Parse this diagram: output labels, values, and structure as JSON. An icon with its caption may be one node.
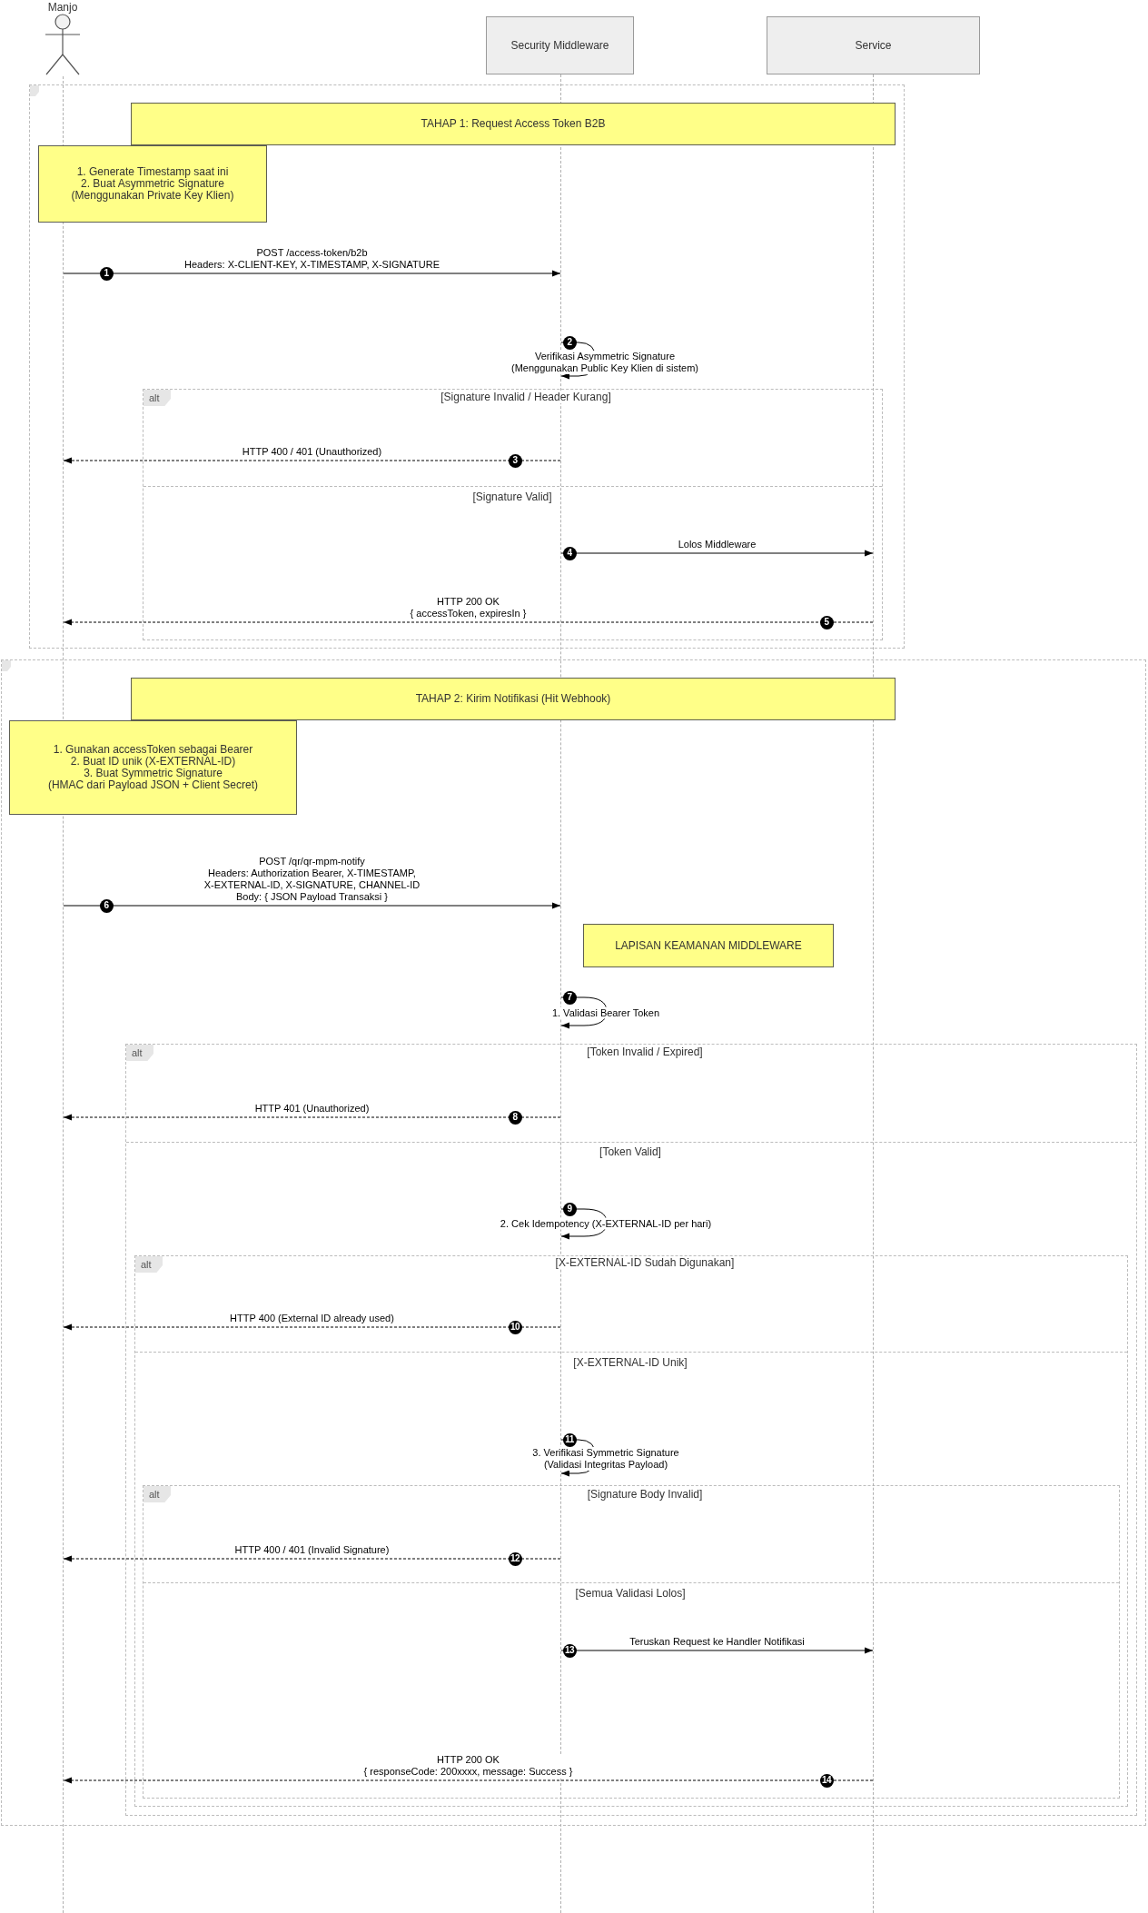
{
  "diagram": {
    "nodes": [
      {
        "text": [
          "Manjo"
        ]
      },
      {
        "text": [],
        "shape": "line"
      },
      {
        "text": [
          "Security Middleware"
        ]
      },
      {
        "text": [],
        "shape": "line"
      },
      {
        "text": [
          "Service"
        ]
      },
      {
        "text": [],
        "shape": "line"
      },
      {
        "text": [],
        "shape": "box"
      },
      {
        "text": [
          "TAHAP 1: Request Access Token B2B"
        ],
        "in": 6
      },
      {
        "text": [
          "1. Generate Timestamp saat ini 2. Buat Asymmetric Signature (Menggunakan Private Key Klien)"
        ],
        "in": 6
      },
      {
        "text": [
          "[Signature Invalid / Header Kurang]",
          "[Signature Valid]"
        ],
        "in": 6
      },
      {
        "text": [
          "alt"
        ],
        "in": 9
      },
      {
        "text": [],
        "shape": "box"
      },
      {
        "text": [
          "TAHAP 2: Kirim Notifikasi (Hit Webhook)"
        ],
        "in": 11
      },
      {
        "text": [
          "1. Gunakan accessToken sebagai Bearer 2. Buat ID unik (X-EXTERNAL-ID) 3. Buat Symmetric Signature (HMAC dari Payload JSON + Client Secret)"
        ],
        "in": 11
      },
      {
        "text": [
          "LAPISAN KEAMANAN MIDDLEWARE"
        ],
        "in": 11
      },
      {
        "text": [
          "[Token Invalid / Expired]",
          "[Token Valid]"
        ],
        "in": 11
      },
      {
        "text": [
          "alt"
        ],
        "in": 15
      },
      {
        "text": [
          "[X-EXTERNAL-ID Sudah Digunakan]",
          "[X-EXTERNAL-ID Unik]"
        ],
        "in": 15
      },
      {
        "text": [
          "alt"
        ],
        "in": 17
      },
      {
        "text": [
          "[Signature Body Invalid]",
          "[Semua Validasi Lolos]"
        ],
        "in": 17
      },
      {
        "text": [
          "alt"
        ],
        "in": 19
      }
    ],
    "edges": [
      {
        "from": 1,
        "to": 3,
        "arrow": "to",
        "label": "POST /access-token/b2b Headers: X-CLIENT-KEY, X-TIMESTAMP, X-SIGNATURE"
      },
      {
        "from": 3,
        "to": 3,
        "arrow": "to",
        "label": "Verifikasi Asymmetric Signature (Menggunakan Public Key Klien di sistem)"
      },
      {
        "from": 3,
        "to": 1,
        "arrow": "to",
        "label": "HTTP 400 / 401 (Unauthorized)",
        "style": "dashed"
      },
      {
        "from": 3,
        "to": 5,
        "arrow": "to",
        "label": "Lolos Middleware"
      },
      {
        "from": 5,
        "to": 1,
        "arrow": "to",
        "label": "HTTP 200 OK { accessToken, expiresIn }",
        "style": "dashed"
      },
      {
        "from": 1,
        "to": 3,
        "arrow": "to",
        "label": "POST /qr/qr-mpm-notify Headers: Authorization Bearer, X-TIMESTAMP, X-EXTERNAL-ID, X-SIGNATURE, CHANNEL-ID Body: { JSON Payload Transaksi }"
      },
      {
        "from": 3,
        "to": 3,
        "arrow": "to",
        "label": "1. Validasi Bearer Token"
      },
      {
        "from": 3,
        "to": 1,
        "arrow": "to",
        "label": "HTTP 401 (Unauthorized)",
        "style": "dashed"
      },
      {
        "from": 3,
        "to": 3,
        "arrow": "to",
        "label": "2. Cek Idempotency (X-EXTERNAL-ID per hari)"
      },
      {
        "from": 3,
        "to": 1,
        "arrow": "to",
        "label": "HTTP 400 (External ID already used)",
        "style": "dashed"
      },
      {
        "from": 3,
        "to": 3,
        "arrow": "to",
        "label": "3. Verifikasi Symmetric Signature (Validasi Integritas Payload)"
      },
      {
        "from": 3,
        "to": 1,
        "arrow": "to",
        "label": "HTTP 400 / 401 (Invalid Signature)",
        "style": "dashed"
      },
      {
        "from": 3,
        "to": 5,
        "arrow": "to",
        "label": "Teruskan Request ke Handler Notifikasi"
      },
      {
        "from": 5,
        "to": 1,
        "arrow": "to",
        "label": "HTTP 200 OK { responseCode: 200xxxx, message: Success }",
        "style": "dashed"
      }
    ],
    "labels": [
      "1",
      "2",
      "3",
      "4",
      "5",
      "6",
      "7",
      "8",
      "9",
      "10",
      "11",
      "12",
      "13",
      "14"
    ]
  }
}
